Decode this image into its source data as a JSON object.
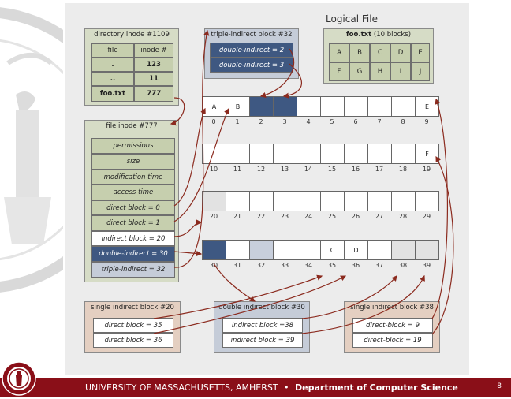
{
  "title": "Logical File",
  "directory_inode": {
    "title": "directory inode #1109",
    "headers": [
      "file",
      "inode #"
    ],
    "rows": [
      {
        "file": ".",
        "inode": "123"
      },
      {
        "file": "..",
        "inode": "11"
      },
      {
        "file": "foo.txt",
        "inode": "777"
      }
    ]
  },
  "triple_indirect_block": {
    "title": "triple-indirect block #32",
    "entries": [
      "double-indirect = 2",
      "double-indirect = 3"
    ]
  },
  "logical_file": {
    "caption_bold": "foo.txt",
    "caption_rest": "(10 blocks)",
    "row1": [
      "A",
      "B",
      "C",
      "D",
      "E"
    ],
    "row2": [
      "F",
      "G",
      "H",
      "I",
      "J"
    ]
  },
  "file_inode": {
    "title": "file inode #777",
    "fields": [
      "permissions",
      "size",
      "modification time",
      "access time",
      "direct block = 0",
      "direct block = 1",
      "indirect block = 20",
      "double-indirect = 30",
      "triple-indirect = 32"
    ]
  },
  "disk_rows": [
    {
      "nums": [
        "0",
        "1",
        "2",
        "3",
        "4",
        "5",
        "6",
        "7",
        "8",
        "9"
      ],
      "labels": [
        "A",
        "B",
        "",
        "",
        "",
        "",
        "",
        "",
        "",
        "E"
      ],
      "shades": [
        "",
        "",
        "dark",
        "dark",
        "",
        "",
        "",
        "",
        "",
        ""
      ]
    },
    {
      "nums": [
        "10",
        "11",
        "12",
        "13",
        "14",
        "15",
        "16",
        "17",
        "18",
        "19"
      ],
      "labels": [
        "",
        "",
        "",
        "",
        "",
        "",
        "",
        "",
        "",
        "F"
      ],
      "shades": [
        "",
        "",
        "",
        "",
        "",
        "",
        "",
        "",
        "",
        ""
      ]
    },
    {
      "nums": [
        "20",
        "21",
        "22",
        "23",
        "24",
        "25",
        "26",
        "27",
        "28",
        "29"
      ],
      "labels": [
        "",
        "",
        "",
        "",
        "",
        "",
        "",
        "",
        "",
        ""
      ],
      "shades": [
        "grey",
        "",
        "",
        "",
        "",
        "",
        "",
        "",
        "",
        ""
      ]
    },
    {
      "nums": [
        "30",
        "31",
        "32",
        "33",
        "34",
        "35",
        "36",
        "37",
        "38",
        "39"
      ],
      "labels": [
        "",
        "",
        "",
        "",
        "",
        "C",
        "D",
        "",
        "",
        ""
      ],
      "shades": [
        "dark",
        "",
        "light",
        "",
        "",
        "",
        "",
        "",
        "grey",
        "grey"
      ]
    }
  ],
  "single_indirect_20": {
    "title": "single indirect block #20",
    "entries": [
      "direct block = 35",
      "direct block = 36"
    ]
  },
  "double_indirect_30": {
    "title": "double indirect block #30",
    "entries": [
      "indirect block =38",
      "indirect block = 39"
    ]
  },
  "single_indirect_38": {
    "title": "single indirect block #38",
    "entries": [
      "direct-block = 9",
      "direct-block = 19"
    ]
  },
  "footer": {
    "university": "UNIVERSITY OF MASSACHUSETTS, AMHERST",
    "separator": "•",
    "department": "Department of Computer Science",
    "page": "8"
  },
  "colors": {
    "footer_bg": "#8a0f18",
    "green_box": "#d6dcc6",
    "blue_box": "#c5ccd8",
    "dark_blue": "#3f5881",
    "tan_box": "#e4cfc1",
    "arrow": "#8b2a1e"
  }
}
